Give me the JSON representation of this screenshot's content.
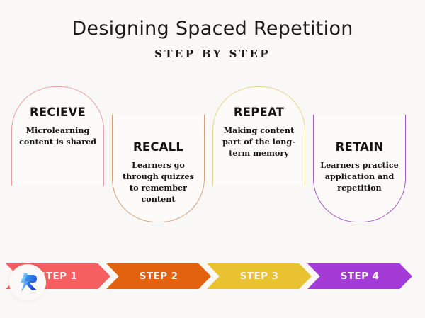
{
  "header": {
    "title": "Designing Spaced Repetition",
    "subtitle": "STEP BY STEP"
  },
  "colors": {
    "background": "#faf8f6",
    "step1": "#f55f5f",
    "step2": "#e2620f",
    "step3": "#e8c230",
    "step4": "#a43bd6",
    "step1_outline": "#e8a0a0",
    "step2_outline": "#d8a276",
    "step3_outline": "#e6d68a",
    "step4_outline": "#a95bc9",
    "heading_text": "#141414",
    "banner_text": "#fdf6f0"
  },
  "steps": [
    {
      "banner_label": "STEP 1",
      "heading": "RECIEVE",
      "body": "Microlearning content is shared",
      "position": "above"
    },
    {
      "banner_label": "STEP 2",
      "heading": "RECALL",
      "body": "Learners go through quizzes to remember content",
      "position": "below"
    },
    {
      "banner_label": "STEP 3",
      "heading": "REPEAT",
      "body": "Making content part of the long-term memory",
      "position": "above"
    },
    {
      "banner_label": "STEP 4",
      "heading": "RETAIN",
      "body": "Learners practice application and repetition",
      "position": "below"
    }
  ],
  "logo": {
    "name": "brand-logo-r-lightning",
    "letter": "R"
  }
}
